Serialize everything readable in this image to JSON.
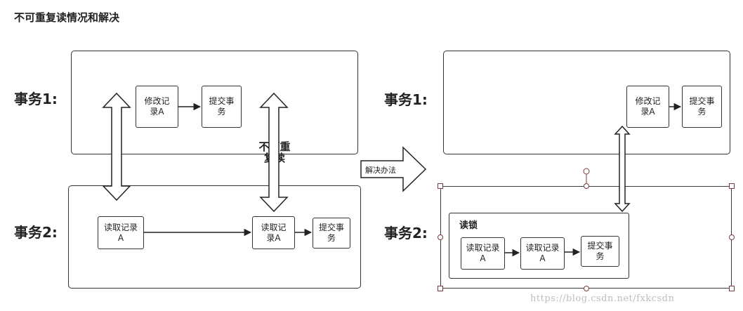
{
  "diagram": {
    "title": "不可重复读情况和解决",
    "left": {
      "tx1_label": "事务1:",
      "tx2_label": "事务2:",
      "modify": "修改记录A",
      "commit1": "提交事务",
      "read1": "读取记录A",
      "read2": "读取记录A",
      "commit2": "提交事务",
      "note": "不可重复读"
    },
    "solution_arrow": "解决办法",
    "right": {
      "tx1_label": "事务1:",
      "tx2_label": "事务2:",
      "modify": "修改记录A",
      "commit1": "提交事务",
      "lock_label": "读锁",
      "read1": "读取记录A",
      "read2": "读取记录A",
      "commit2": "提交事务"
    },
    "watermark": "https://blog.csdn.net/fxkcsdn"
  }
}
